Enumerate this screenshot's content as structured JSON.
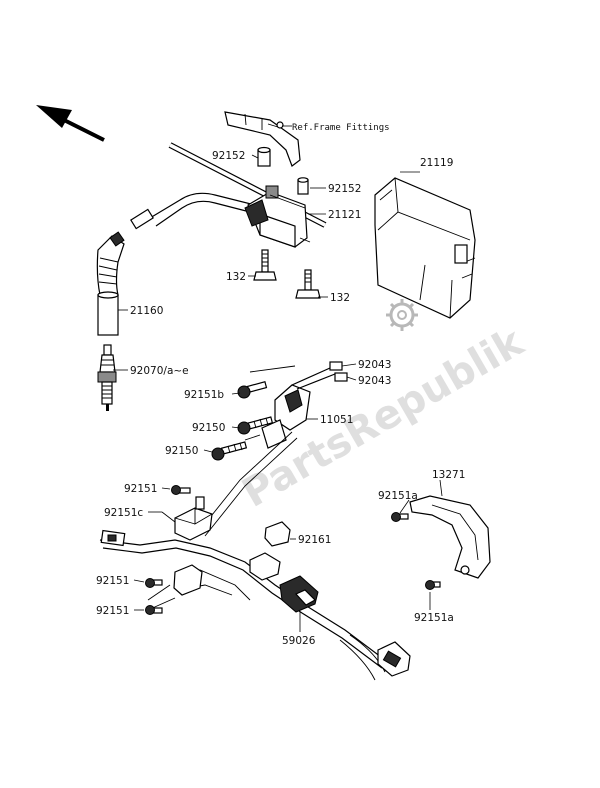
{
  "watermark": "PartsRepublik",
  "labels": {
    "ref_frame": "Ref.Frame Fittings",
    "p21119": "21119",
    "p92152_a": "92152",
    "p92152_b": "92152",
    "p21121": "21121",
    "p132_a": "132",
    "p132_b": "132",
    "p21160": "21160",
    "p92070": "92070/a~e",
    "p92043_a": "92043",
    "p92043_b": "92043",
    "p92151b": "92151b",
    "p11051": "11051",
    "p92150_a": "92150",
    "p92150_b": "92150",
    "p92151_a": "92151",
    "p92151c": "92151c",
    "p13271": "13271",
    "p92151a_a": "92151a",
    "p92161": "92161",
    "p92151_b": "92151",
    "p92151_c": "92151",
    "p92151a_b": "92151a",
    "p59026": "59026"
  },
  "colors": {
    "line": "#000000",
    "watermark": "#b8b8b8"
  }
}
